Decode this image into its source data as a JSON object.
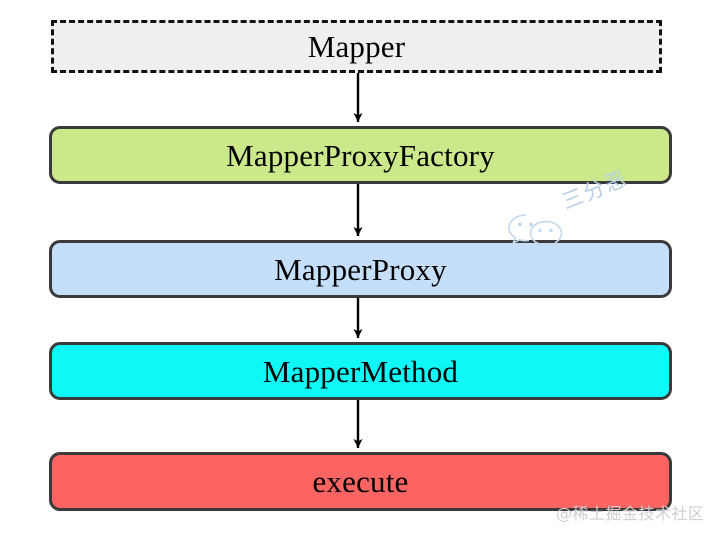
{
  "diagram": {
    "type": "flowchart",
    "direction": "top-to-bottom",
    "nodes": [
      {
        "id": "mapper",
        "label": "Mapper",
        "fill": "#efefef",
        "stroke": "#111111",
        "border_style": "dashed",
        "shape": "rectangle"
      },
      {
        "id": "mapperproxyfactory",
        "label": "MapperProxyFactory",
        "fill": "#cbe98a",
        "stroke": "#3a3a3a",
        "border_style": "solid",
        "shape": "rounded-rectangle"
      },
      {
        "id": "mapperproxy",
        "label": "MapperProxy",
        "fill": "#c5dffb",
        "stroke": "#3a3a3a",
        "border_style": "solid",
        "shape": "rounded-rectangle"
      },
      {
        "id": "mappermethod",
        "label": "MapperMethod",
        "fill": "#0ff7f7",
        "stroke": "#3a3a3a",
        "border_style": "solid",
        "shape": "rounded-rectangle"
      },
      {
        "id": "execute",
        "label": "execute",
        "fill": "#fc6464",
        "stroke": "#3a3a3a",
        "border_style": "solid",
        "shape": "rounded-rectangle"
      }
    ],
    "edges": [
      {
        "from": "mapper",
        "to": "mapperproxyfactory",
        "style": "arrow"
      },
      {
        "from": "mapperproxyfactory",
        "to": "mapperproxy",
        "style": "arrow"
      },
      {
        "from": "mapperproxy",
        "to": "mappermethod",
        "style": "arrow"
      },
      {
        "from": "mappermethod",
        "to": "execute",
        "style": "arrow"
      }
    ],
    "edge_color": "#000000"
  },
  "watermarks": {
    "wechat": {
      "text": "三分恶",
      "color": "#b9cfe6",
      "icon": "wechat-logo-icon"
    },
    "juejin": {
      "text": "@稀土掘金技术社区",
      "color": "#cfcfcf"
    }
  }
}
